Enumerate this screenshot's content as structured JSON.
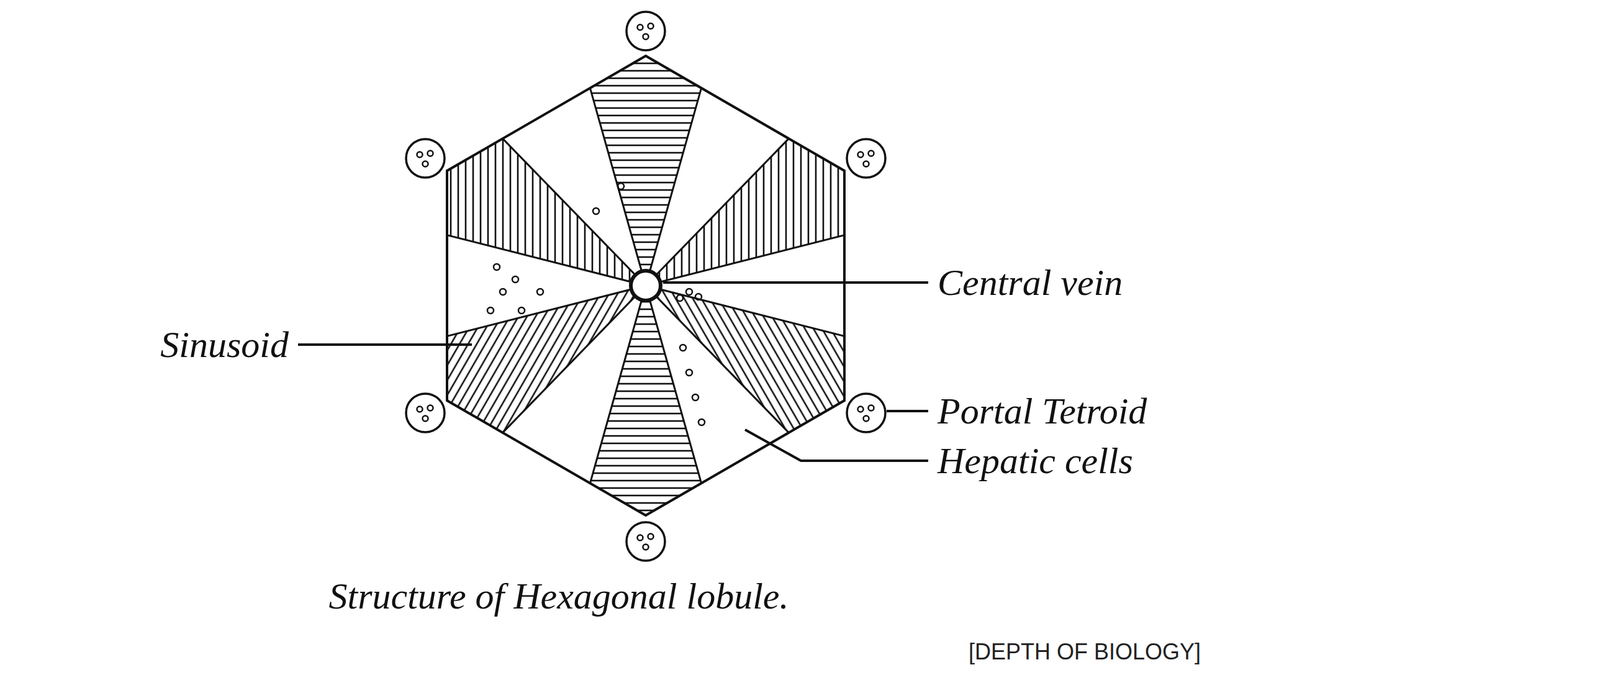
{
  "diagram": {
    "caption": "Structure of Hexagonal lobule.",
    "labels": [
      "Sinusoid",
      "Central vein",
      "Portal Tetroid",
      "Hepatic cells",
      "[DEPTH OF BIOLOGY]"
    ]
  }
}
